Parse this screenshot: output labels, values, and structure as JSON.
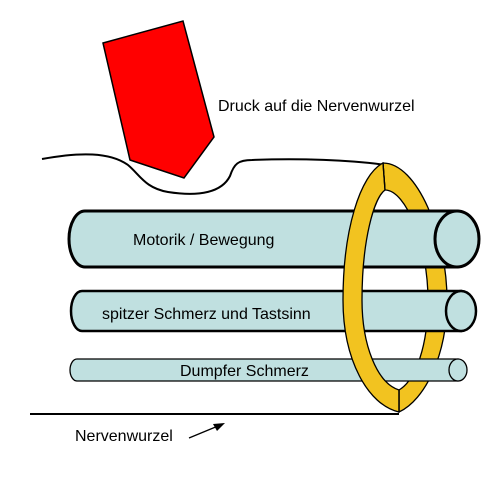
{
  "labels": {
    "pressure": "Druck auf die Nervenwurzel",
    "motor": "Motorik / Bewegung",
    "sharp_pain": "spitzer Schmerz und Tastsinn",
    "dull_pain": "Dumpfer Schmerz",
    "nerve_root": "Nervenwurzel"
  },
  "colors": {
    "pressure_block": "#ff0000",
    "fiber_fill": "#c0e0e0",
    "ring_fill": "#f2c320",
    "stroke": "#000000",
    "background": "#ffffff"
  }
}
